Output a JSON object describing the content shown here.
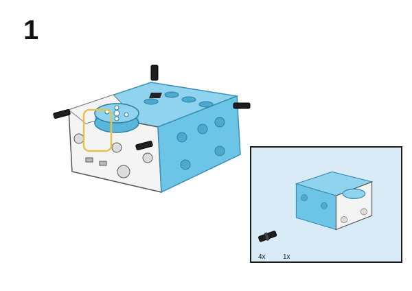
{
  "step": {
    "number": "1"
  },
  "parts_list": {
    "items": [
      {
        "part": "connector-pin",
        "quantity": "4x"
      },
      {
        "part": "motor",
        "quantity": "1x"
      }
    ]
  },
  "colors": {
    "motor_blue": "#6cc4e6",
    "motor_white": "#f4f4f4",
    "pin_black": "#1e1e1e",
    "callout_yellow": "#e8c14a",
    "panel_bg": "#d8ebf7"
  },
  "icons": [
    "connector-pin-icon",
    "motor-icon"
  ]
}
